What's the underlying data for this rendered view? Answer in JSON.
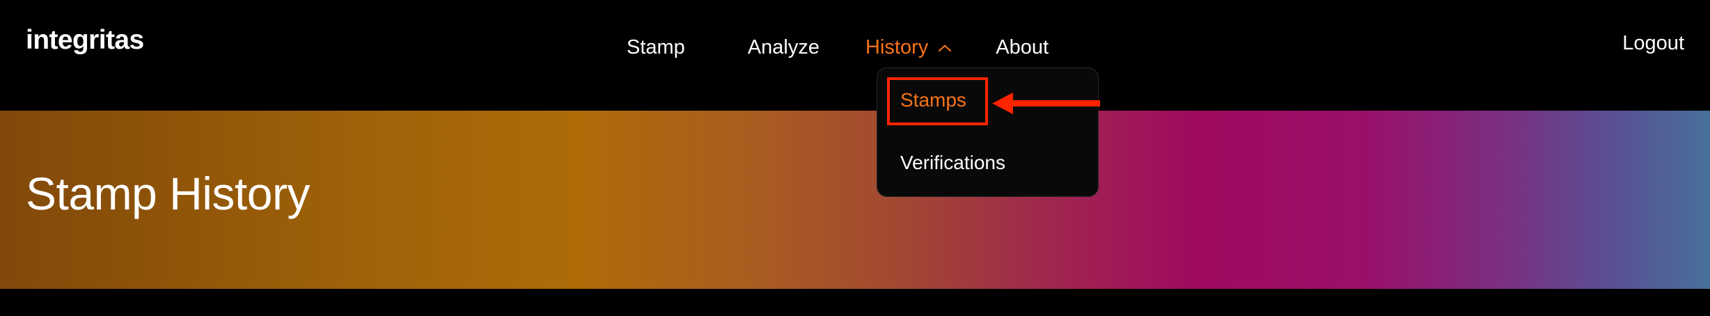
{
  "header": {
    "logo": "integritas",
    "nav": [
      {
        "label": "Stamp",
        "name": "stamp"
      },
      {
        "label": "Analyze",
        "name": "analyze"
      },
      {
        "label": "History",
        "name": "history"
      },
      {
        "label": "About",
        "name": "about"
      }
    ],
    "logout_label": "Logout",
    "active_nav": "History",
    "active_nav_color": "#F97316",
    "chevron_icon": "chevron-up-icon",
    "background_color": "#000000"
  },
  "dropdown": {
    "open": true,
    "parent": "History",
    "items": [
      {
        "label": "Stamps",
        "highlighted": true,
        "color": "#F97316"
      },
      {
        "label": "Verifications",
        "highlighted": false,
        "color": "#FFFFFF"
      }
    ],
    "background_color": "#090909",
    "border_color": "#2A2A2A"
  },
  "annotation": {
    "box_target": "Stamps",
    "box_color": "#FF2400",
    "arrow_direction": "left",
    "arrow_color": "#FF2400"
  },
  "hero": {
    "title": "Stamp History",
    "title_color": "#FFFFFF",
    "gradient_start": "#81490A",
    "gradient_mid_orange": "#AE6B08",
    "gradient_mid_magenta": "#9E0A5F",
    "gradient_end": "#47709A"
  },
  "footer": {
    "background_color": "#000000"
  }
}
